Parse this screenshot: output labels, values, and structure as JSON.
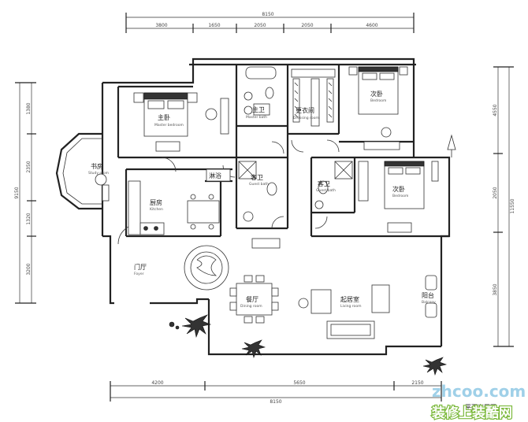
{
  "rooms": {
    "master_bedroom": {
      "name": "主卧",
      "sub": "Master bedroom"
    },
    "master_bath": {
      "name": "主卫",
      "sub": "Master bath"
    },
    "dressing": {
      "name": "更衣间",
      "sub": "Dressing room"
    },
    "bedroom_a": {
      "name": "次卧",
      "sub": "Bedroom"
    },
    "study": {
      "name": "书房",
      "sub": "Study room"
    },
    "kitchen": {
      "name": "厨房",
      "sub": "Kitchen"
    },
    "shower": {
      "name": "淋浴"
    },
    "guest_bath_1": {
      "name": "客卫",
      "sub": "Guest bath"
    },
    "guest_bath_2": {
      "name": "客卫",
      "sub": "Guest bath"
    },
    "bedroom_b": {
      "name": "次卧",
      "sub": "Bedroom"
    },
    "foyer": {
      "name": "门厅",
      "sub": "Foyer"
    },
    "dining": {
      "name": "餐厅",
      "sub": "Dining room"
    },
    "living": {
      "name": "起居室",
      "sub": "Living room"
    },
    "balcony": {
      "name": "阳台",
      "sub": "Balcony"
    }
  },
  "dimensions": {
    "top_total": "8150",
    "top": [
      "3800",
      "1650",
      "2050",
      "2050",
      "4600"
    ],
    "bottom_total": "8150",
    "bottom": [
      "4200",
      "5650",
      "2150"
    ],
    "left": [
      "1380",
      "2350",
      "1320",
      "3200"
    ],
    "left_total": "9150",
    "right": [
      "4550",
      "2050",
      "3850"
    ],
    "right_total": "11550"
  },
  "plan_label": "平面布置图",
  "watermark": {
    "url": "zhcoo.com",
    "brand": "装修上装酷网"
  },
  "icons": [
    "compass-icon",
    "plant-icon"
  ]
}
